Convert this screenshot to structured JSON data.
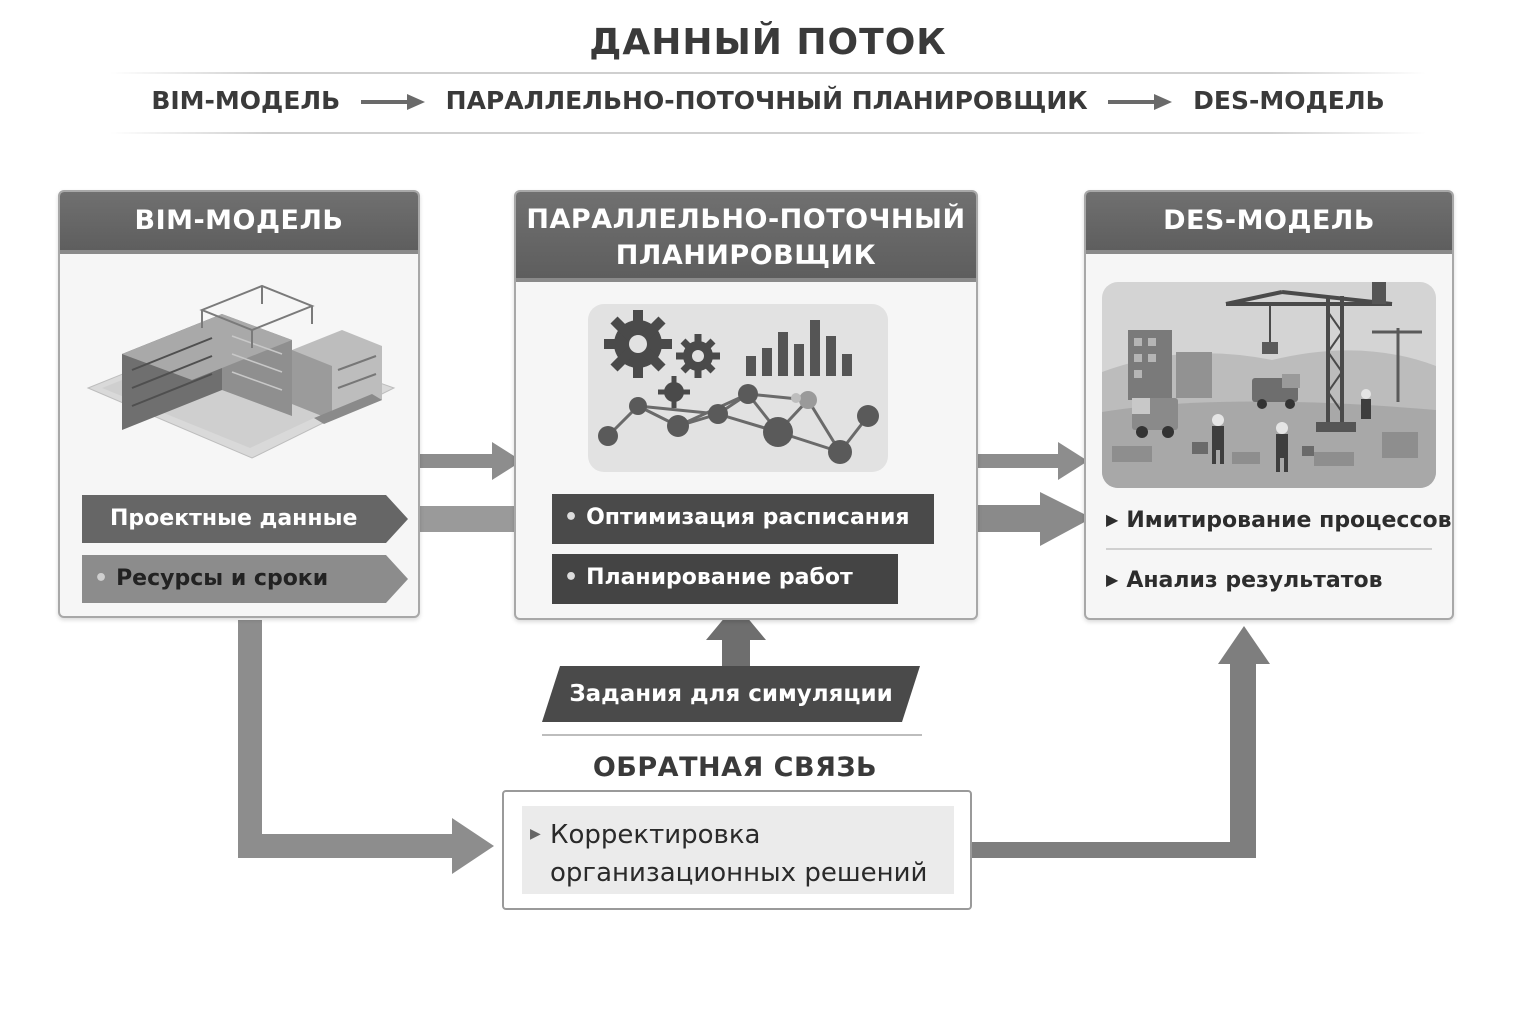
{
  "header": {
    "title": "ДАННЫЙ ПОТОК",
    "flow": [
      "BIM-МОДЕЛЬ",
      "ПАРАЛЛЕЛЬНО-ПОТОЧНЫЙ ПЛАНИРОВЩИК",
      "DES-МОДЕЛЬ"
    ]
  },
  "bim": {
    "title": "BIM-МОДЕЛЬ",
    "items": [
      "Проектные данные",
      "Ресурсы и сроки"
    ]
  },
  "planner": {
    "title_line1": "ПАРАЛЛЕЛЬНО-ПОТОЧНЫЙ",
    "title_line2": "ПЛАНИРОВЩИК",
    "items": [
      "Оптимизация расписания",
      "Планирование работ"
    ]
  },
  "des": {
    "title": "DES-МОДЕЛЬ",
    "items": [
      "Имитирование процессов",
      "Анализ результатов"
    ]
  },
  "tasks_label": "Задания для симуляции",
  "feedback": {
    "title": "ОБРАТНАЯ СВЯЗЬ",
    "line1": "Корректировка",
    "line2": "организационных решений"
  },
  "bullets": {
    "dot": "•",
    "triangle": "▶"
  },
  "icons": {
    "building": "building-illustration",
    "gears": "gears-network-illustration",
    "construction": "construction-site-illustration"
  },
  "colors": {
    "header_bar": "#666666",
    "arrow": "#8a8a8a",
    "ribbon_dark": "#4a4a4a",
    "ribbon_mid": "#6a6a6a",
    "panel_bg": "#f6f6f6"
  }
}
